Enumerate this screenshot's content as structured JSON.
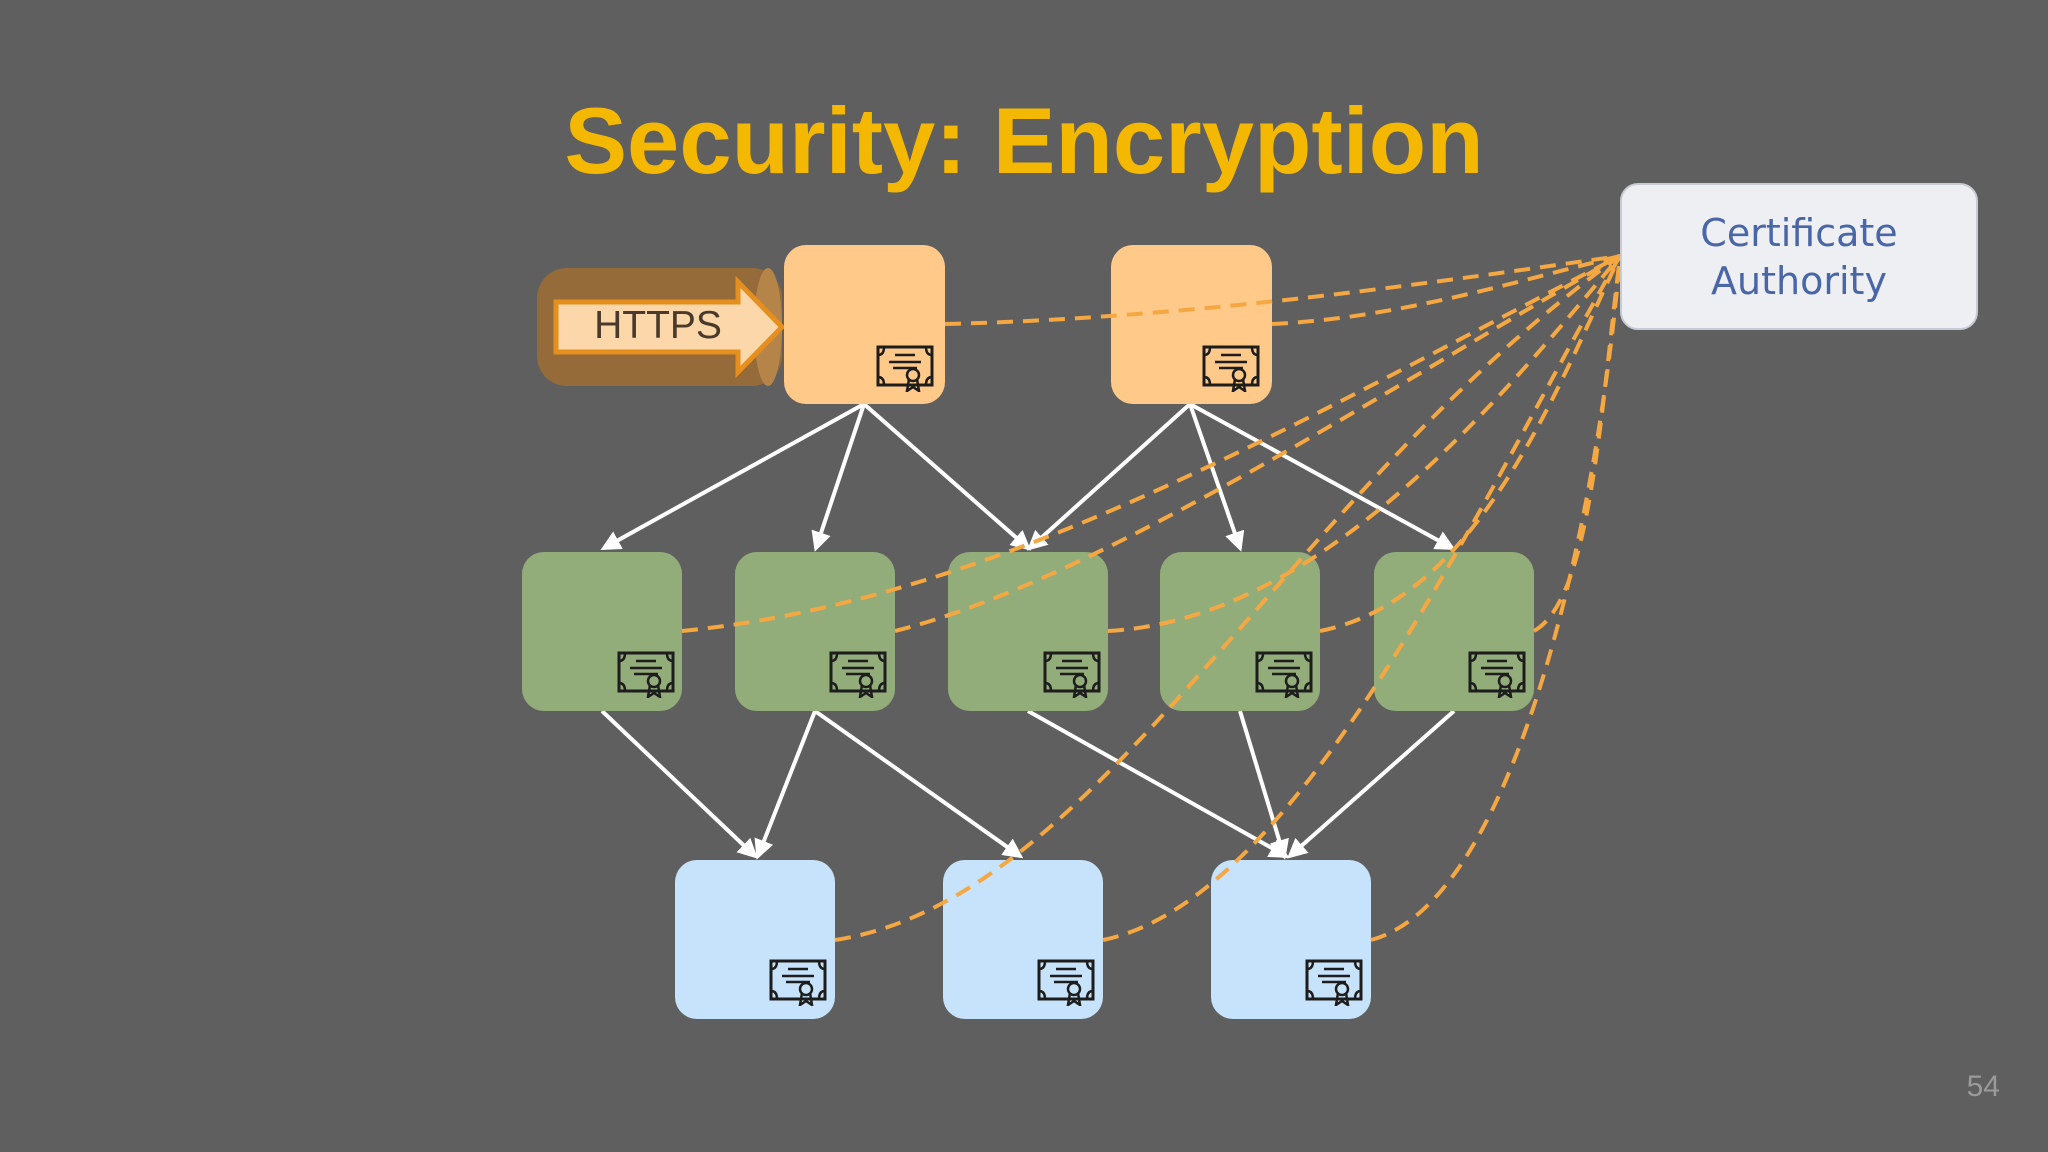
{
  "slide": {
    "title": "Security: Encryption",
    "page_number": "54"
  },
  "https_arrow": {
    "label": "HTTPS"
  },
  "certificate_authority": {
    "label": "Certificate\nAuthority"
  },
  "colors": {
    "background": "#5f5f5f",
    "title": "#f5b800",
    "top_node": "#ffc98a",
    "middle_node": "#93ad7a",
    "bottom_node": "#c7e3fb",
    "dependency_arrow": "#ffffff",
    "certificate_link": "#f5a742",
    "ca_text": "#4866a8"
  },
  "icons": {
    "node_badge": "certificate-icon",
    "entry_arrow": "https-arrow-icon"
  },
  "tiers": [
    {
      "name": "top",
      "count": 2
    },
    {
      "name": "middle",
      "count": 5
    },
    {
      "name": "bottom",
      "count": 3
    }
  ]
}
